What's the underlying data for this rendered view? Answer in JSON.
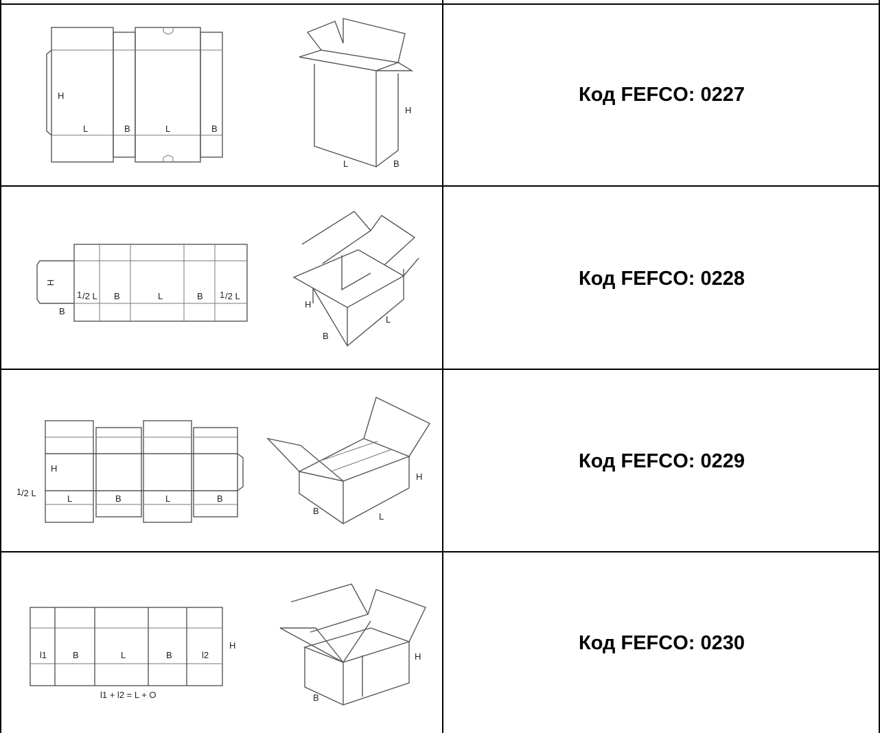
{
  "rows": [
    {
      "code": "Код FEFCO: 0227",
      "blank_labels": [
        "H",
        "L",
        "B",
        "L",
        "B"
      ],
      "box_labels": [
        "H",
        "L",
        "B"
      ]
    },
    {
      "code": "Код FEFCO: 0228",
      "blank_labels": [
        "H",
        "B",
        "1",
        "/2 L",
        "B",
        "L",
        "B",
        "1",
        "/2 L"
      ],
      "box_labels": [
        "H",
        "B",
        "L"
      ]
    },
    {
      "code": "Код FEFCO: 0229",
      "blank_labels": [
        "H",
        "1",
        "/2 L",
        "L",
        "B",
        "L",
        "B"
      ],
      "box_labels": [
        "H",
        "B",
        "L"
      ]
    },
    {
      "code": "Код FEFCO: 0230",
      "blank_labels": [
        "l1",
        "B",
        "L",
        "B",
        "l2",
        "H",
        "l1 + l2 = L + O"
      ],
      "box_labels": [
        "H",
        "B"
      ]
    }
  ]
}
